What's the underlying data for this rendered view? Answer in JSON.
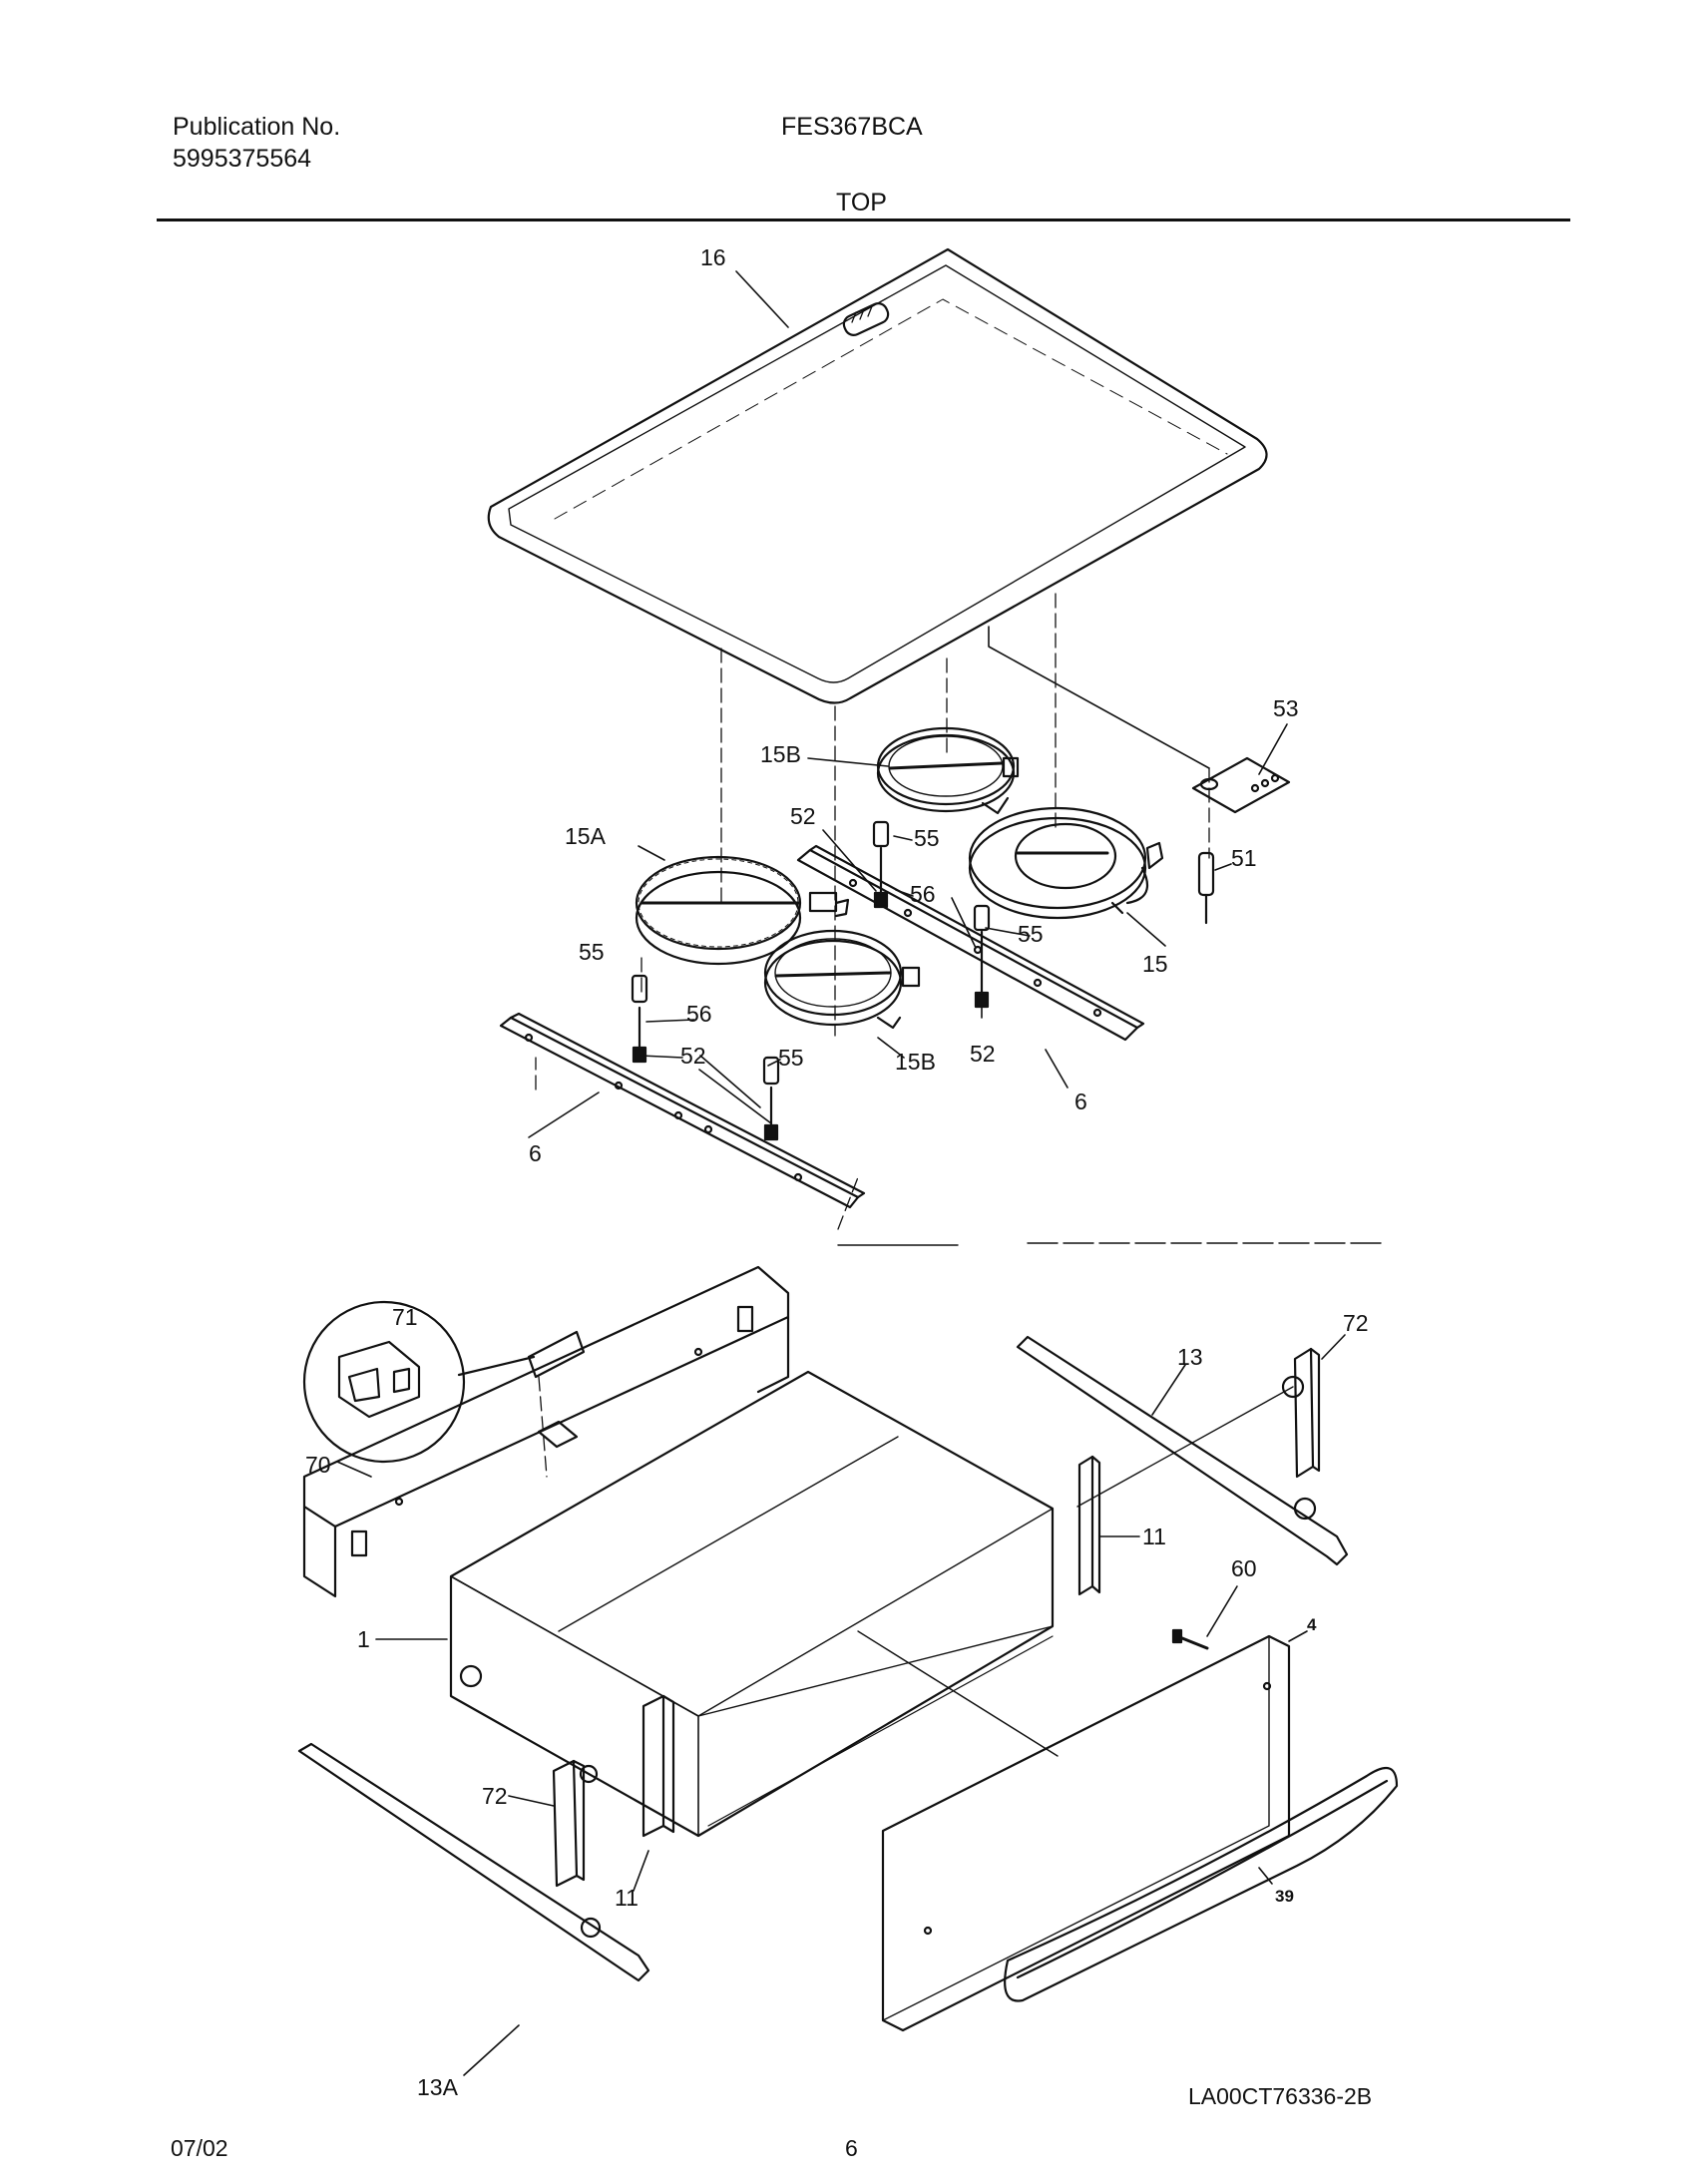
{
  "header": {
    "publication_label": "Publication No.",
    "publication_number": "5995375564",
    "model": "FES367BCA",
    "section": "TOP"
  },
  "callouts": [
    "16",
    "53",
    "15B",
    "52",
    "55",
    "15A",
    "56",
    "55",
    "51",
    "55",
    "15",
    "56",
    "52",
    "52",
    "55",
    "15B",
    "6",
    "6",
    "71",
    "72",
    "13",
    "70",
    "11",
    "60",
    "4",
    "1",
    "72",
    "39",
    "11",
    "13A"
  ],
  "footer": {
    "drawing_code": "LA00CT76336-2B",
    "date": "07/02",
    "page": "6"
  }
}
